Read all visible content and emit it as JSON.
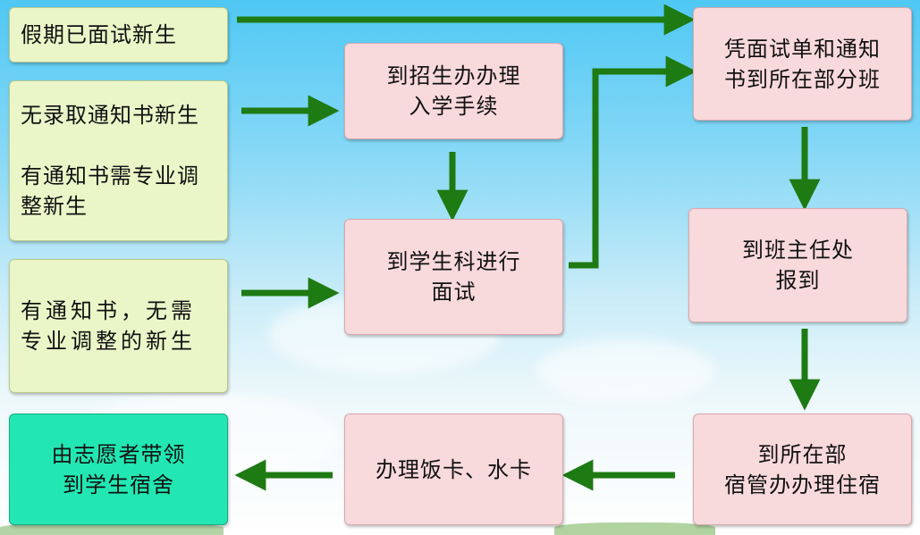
{
  "diagram": {
    "nodes": {
      "holiday_interviewed": "假期已面试新生",
      "no_notice_adjust": "无录取通知书新生\n\n有通知书需专业调整新生",
      "notice_no_adjust": "有通知书，无需专业调整的新生",
      "admissions_office": "到招生办办理\n入学手续",
      "student_affairs": "到学生科进行\n面试",
      "report_to_class": "凭面试单和通知\n书到所在部分班",
      "head_teacher": "到班主任处\n报到",
      "dorm_manager": "到所在部\n宿管办办理住宿",
      "meal_water_card": "办理饭卡、水卡",
      "volunteer_guide": "由志愿者带领\n到学生宿舍"
    },
    "colors": {
      "start_boxes": "#eaf6c8",
      "process_boxes": "#f8d9dc",
      "end_box": "#22e7b3",
      "arrows": "#1e7a12",
      "sky": "#4fc8f4"
    }
  }
}
